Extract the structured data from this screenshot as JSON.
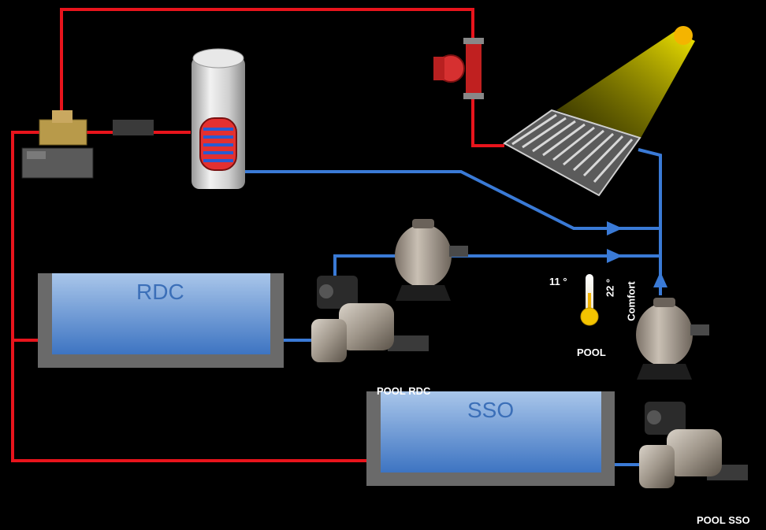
{
  "pools": {
    "rdc": {
      "name": "RDC"
    },
    "sso": {
      "name": "SSO"
    }
  },
  "labels": {
    "temp_outside": "11 °",
    "temp_target": "22 °",
    "comfort": "Comfort",
    "pool": "POOL",
    "pool_rdc": "POOL RDC",
    "pool_sso": "POOL SSO"
  },
  "colors": {
    "hot_pipe": "#e8141c",
    "cold_pipe": "#3a7ad6",
    "pool_water": "#4f86d0",
    "sun": "#f4b400",
    "background": "#000000"
  }
}
